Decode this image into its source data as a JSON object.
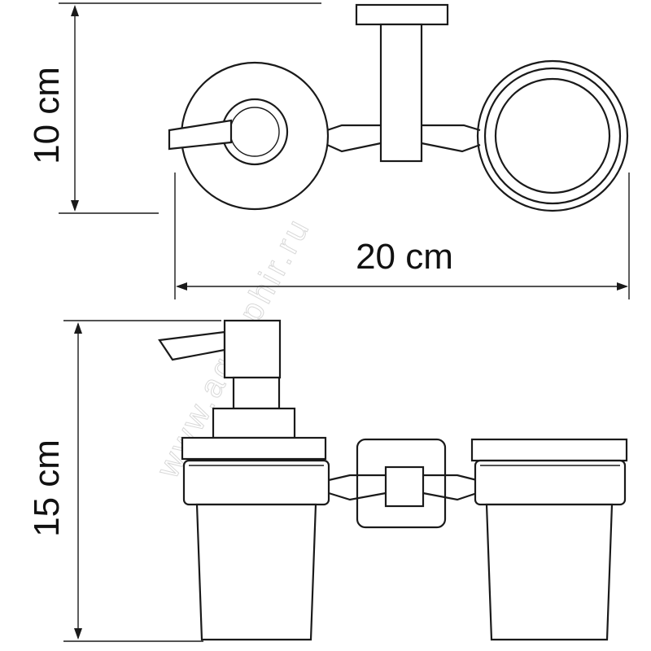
{
  "dimensions": {
    "top_height": "10 cm",
    "width": "20 cm",
    "bottom_height": "15 cm"
  },
  "watermark": "www.aquaphir.ru",
  "colors": {
    "line": "#1a1a1a",
    "background": "#ffffff",
    "watermark": "#d8d8d8"
  }
}
